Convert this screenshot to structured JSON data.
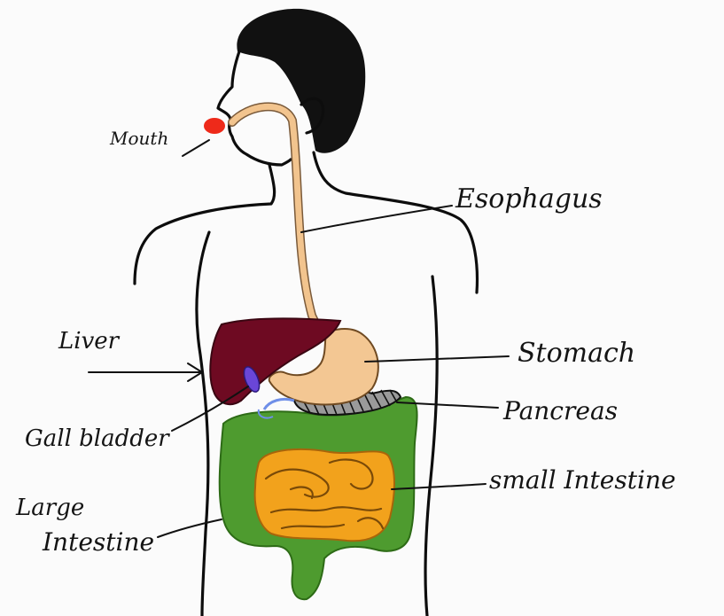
{
  "labels": {
    "mouth": "Mouth",
    "esophagus": "Esophagus",
    "liver": "Liver",
    "stomach": "Stomach",
    "pancreas": "Pancreas",
    "gall_bladder": "Gall bladder",
    "small_intestine": "small Intestine",
    "large_intestine_line1": "Large",
    "large_intestine_line2": "Intestine"
  },
  "colors": {
    "background": "#fbfbfb",
    "outline": "#0d0d0d",
    "hair": "#111111",
    "mouth": "#ee2a1a",
    "esophagus": "#f2c48e",
    "liver": "#6e0a22",
    "stomach": "#f3c793",
    "gall_bladder": "#6a46d8",
    "pancreas": "#2a2a2a",
    "large_intestine": "#4e9b2f",
    "small_intestine": "#f2a21c"
  }
}
